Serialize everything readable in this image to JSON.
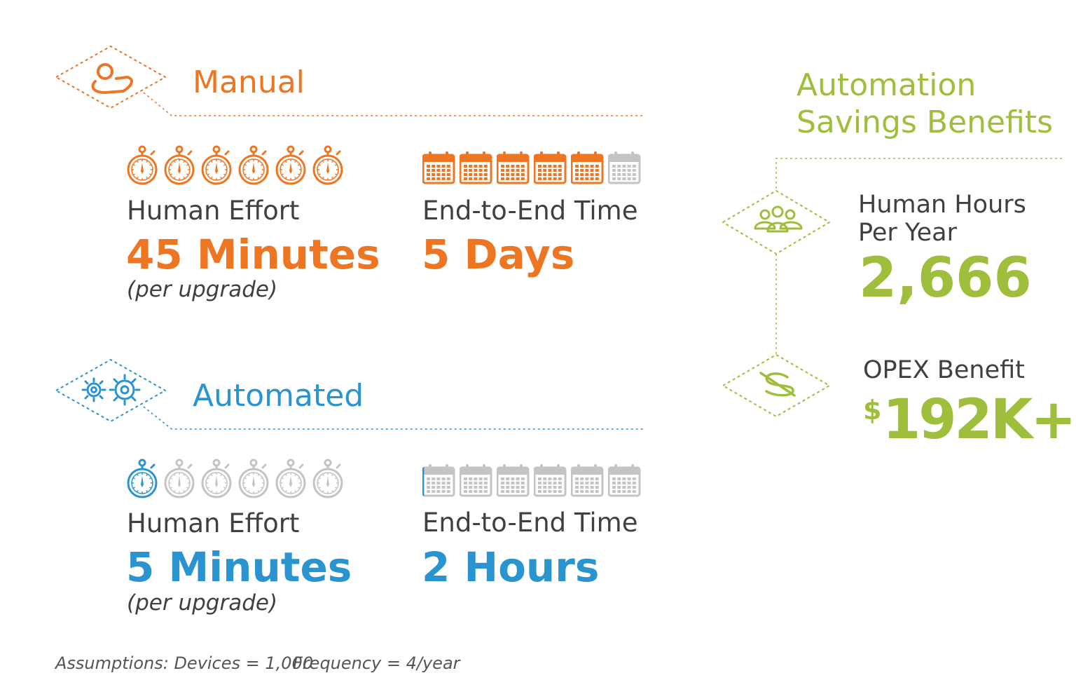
{
  "colors": {
    "manual": "#ee7623",
    "automated": "#2a94d1",
    "benefit": "#9ebe3c",
    "inactive": "#c4c4c4",
    "text": "#404040"
  },
  "manual": {
    "heading": "Manual",
    "icon": "person-icon",
    "effort_label": "Human Effort",
    "effort_value": "45 Minutes",
    "effort_note": "(per upgrade)",
    "effort_active_stopwatches": 6,
    "effort_total_stopwatches": 6,
    "e2e_label": "End-to-End Time",
    "e2e_value": "5 Days",
    "e2e_active_calendars": 5,
    "e2e_total_calendars": 6
  },
  "automated": {
    "heading": "Automated",
    "icon": "gears-icon",
    "effort_label": "Human Effort",
    "effort_value": "5 Minutes",
    "effort_note": "(per upgrade)",
    "effort_active_stopwatches": 1,
    "effort_total_stopwatches": 6,
    "e2e_label": "End-to-End Time",
    "e2e_value": "2 Hours",
    "e2e_active_calendars": 0.05,
    "e2e_total_calendars": 6
  },
  "benefits": {
    "title_line1": "Automation",
    "title_line2": "Savings Benefits",
    "hours_label_line1": "Human Hours",
    "hours_label_line2": "Per Year",
    "hours_value": "2,666",
    "hours_icon": "group-icon",
    "opex_label": "OPEX Benefit",
    "opex_currency": "$",
    "opex_value": "192K+",
    "opex_icon": "dollar-icon"
  },
  "assumptions": {
    "devices": "Assumptions: Devices = 1,000",
    "frequency": "Frequency = 4/year"
  }
}
